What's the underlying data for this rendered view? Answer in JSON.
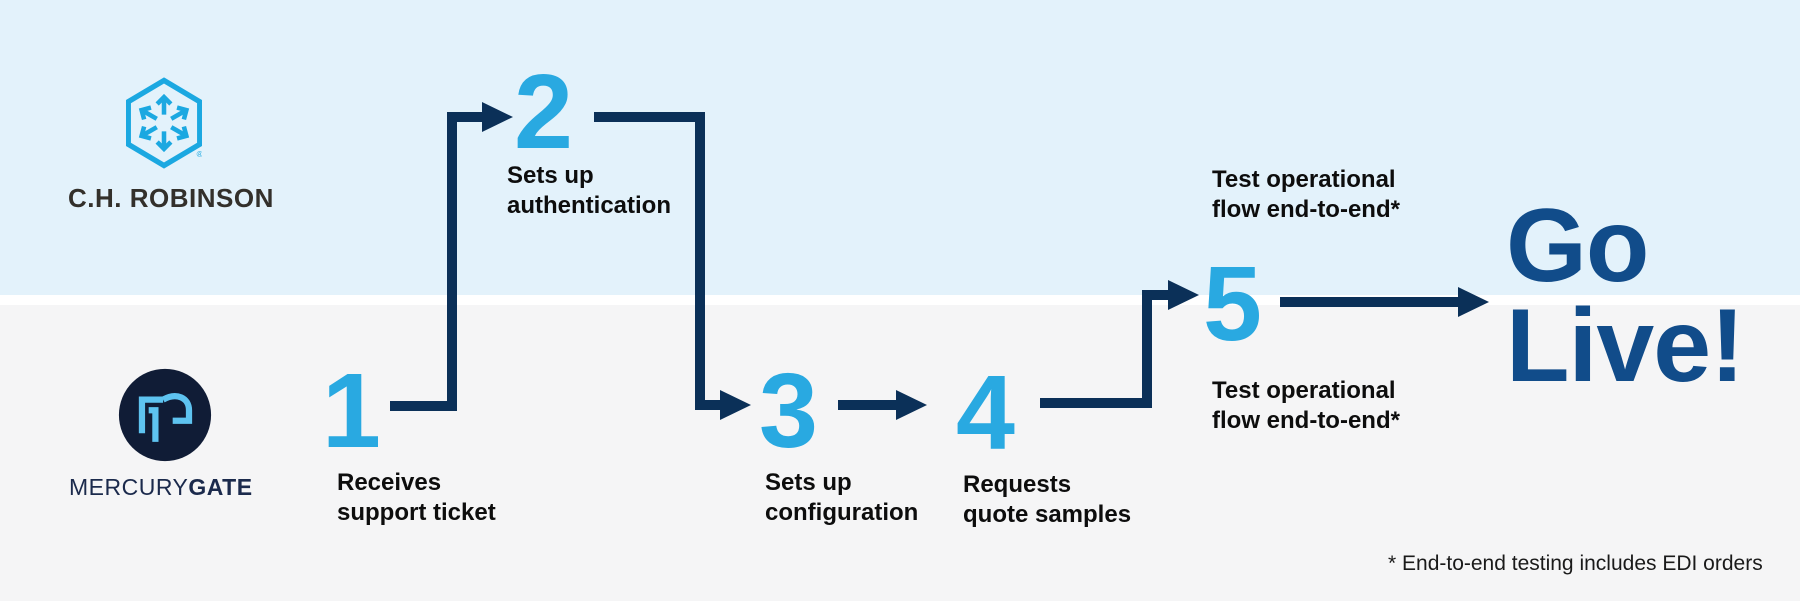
{
  "colors": {
    "top_band_bg": "#e3f2fb",
    "bottom_band_bg": "#f5f5f6",
    "divider": "#ffffff",
    "step_number": "#29a9e1",
    "connector": "#0b3058",
    "go_live_text": "#114c8a",
    "label_text": "#0d0d0d",
    "chr_logo_blue": "#1ba8e1",
    "chr_logo_text": "#33302b",
    "mg_circle_bg": "#101c36",
    "mg_monogram_blue": "#5ec3f0",
    "mg_wordmark": "#1b2a4c"
  },
  "companies": {
    "top": {
      "name": "C.H. ROBINSON",
      "trademark": "®"
    },
    "bottom": {
      "wordmark_regular": "MERCURY",
      "wordmark_bold": "GATE"
    }
  },
  "steps": [
    {
      "number": "1",
      "label": "Receives\nsupport ticket"
    },
    {
      "number": "2",
      "label": "Sets up\nauthentication"
    },
    {
      "number": "3",
      "label": "Sets up\nconfiguration"
    },
    {
      "number": "4",
      "label": "Requests\nquote samples"
    },
    {
      "number": "5",
      "label_above": "Test operational\nflow end-to-end*",
      "label_below": "Test operational\nflow end-to-end*"
    }
  ],
  "goal": {
    "text": "Go\nLive!"
  },
  "footnote": "* End-to-end testing includes EDI orders"
}
